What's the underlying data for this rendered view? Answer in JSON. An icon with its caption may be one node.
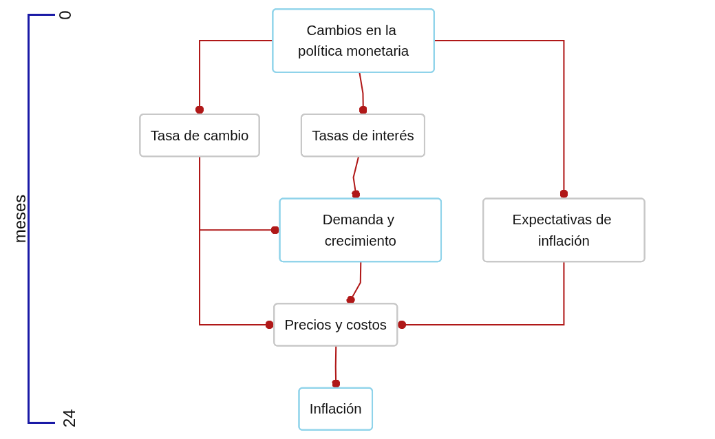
{
  "diagram": {
    "nodes": [
      {
        "text": [
          "Cambios en la política monetaria"
        ]
      },
      {
        "text": [
          "Tasa de cambio"
        ]
      },
      {
        "text": [
          "Tasas de interés"
        ]
      },
      {
        "text": [
          "Expectativas de inflación"
        ]
      },
      {
        "text": [
          "Demanda y crecimiento"
        ]
      },
      {
        "text": [
          "Precios y costos"
        ]
      },
      {
        "text": [
          "Inflación"
        ]
      }
    ],
    "edges": [
      {
        "from": 0,
        "to": 1,
        "arrow": "other"
      },
      {
        "from": 0,
        "to": 2,
        "arrow": "other"
      },
      {
        "from": 0,
        "to": 3,
        "arrow": "other"
      },
      {
        "from": 2,
        "to": 4,
        "arrow": "other"
      },
      {
        "from": 1,
        "to": 4,
        "arrow": "other"
      },
      {
        "from": 1,
        "to": 5,
        "arrow": "other"
      },
      {
        "from": 4,
        "to": 5,
        "arrow": "other"
      },
      {
        "from": 3,
        "to": 5,
        "arrow": "other"
      },
      {
        "from": 5,
        "to": 6,
        "arrow": "other"
      }
    ],
    "labels": [
      "0",
      "meses",
      "24"
    ]
  }
}
